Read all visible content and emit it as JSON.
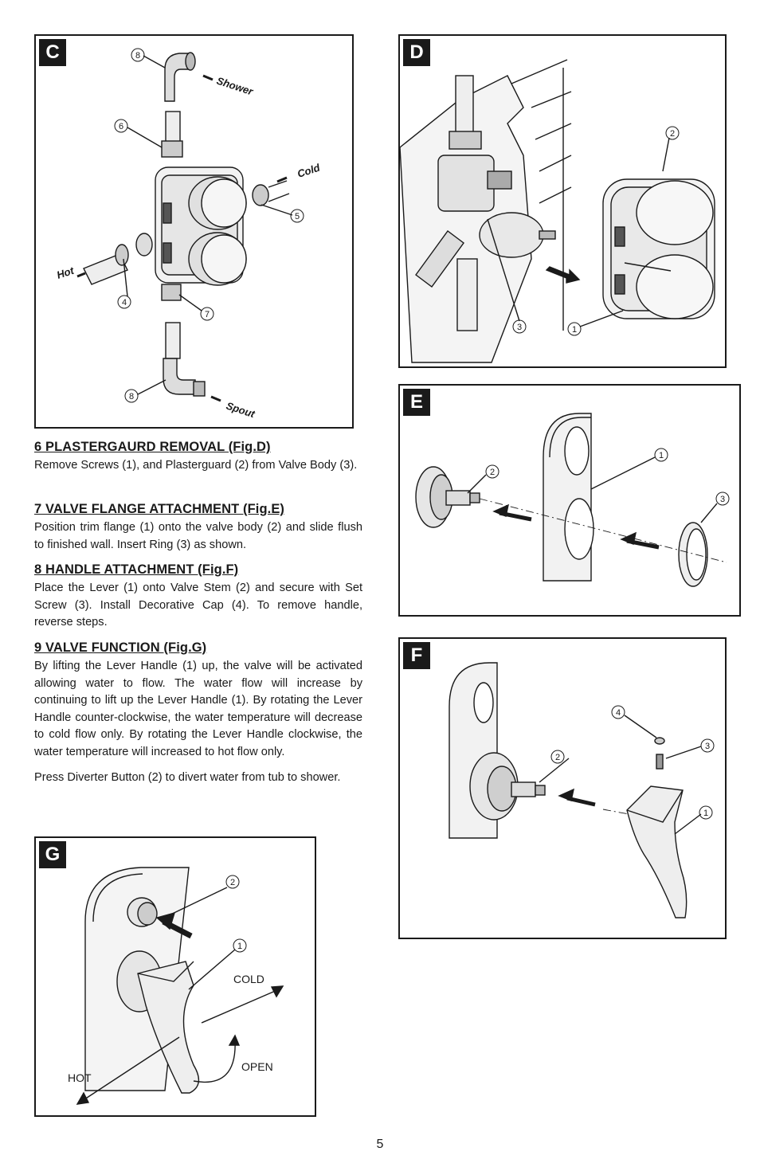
{
  "figures": {
    "C": {
      "label": "C",
      "flow_labels": {
        "shower": "Shower",
        "cold": "Cold",
        "hot": "Hot",
        "spout": "Spout"
      },
      "callouts": [
        "8",
        "6",
        "5",
        "4",
        "7",
        "8"
      ]
    },
    "D": {
      "label": "D",
      "callouts": [
        "2",
        "3",
        "1"
      ]
    },
    "E": {
      "label": "E",
      "callouts": [
        "2",
        "1",
        "3"
      ]
    },
    "F": {
      "label": "F",
      "callouts": [
        "4",
        "2",
        "3",
        "1"
      ]
    },
    "G": {
      "label": "G",
      "callouts": [
        "2",
        "1"
      ],
      "directions": {
        "cold": "COLD",
        "hot": "HOT",
        "open": "OPEN"
      }
    }
  },
  "sections": [
    {
      "title": "6  PLASTERGAURD REMOVAL (Fig.D)",
      "body": "Remove Screws (1), and Plasterguard (2) from Valve Body (3)."
    },
    {
      "title": "7  VALVE FLANGE ATTACHMENT (Fig.E)",
      "body": "Position trim flange (1) onto the valve body (2) and slide flush to finished wall. Insert Ring (3) as shown."
    },
    {
      "title": "8  HANDLE ATTACHMENT (Fig.F)",
      "body": "Place the Lever (1) onto Valve Stem (2) and secure with Set Screw (3). Install Decorative Cap (4). To remove handle, reverse steps."
    },
    {
      "title": "9 VALVE FUNCTION (Fig.G)",
      "body": "By lifting the Lever Handle (1) up, the valve will be activated allowing water to flow. The water flow will increase by continuing to lift up the Lever Handle (1). By rotating the Lever Handle counter-clockwise, the water temperature will decrease to cold flow only. By rotating the Lever Handle clockwise, the water temperature will increased to hot flow only.",
      "body2": "Press Diverter Button (2) to divert water from tub to shower."
    }
  ],
  "page_number": "5"
}
